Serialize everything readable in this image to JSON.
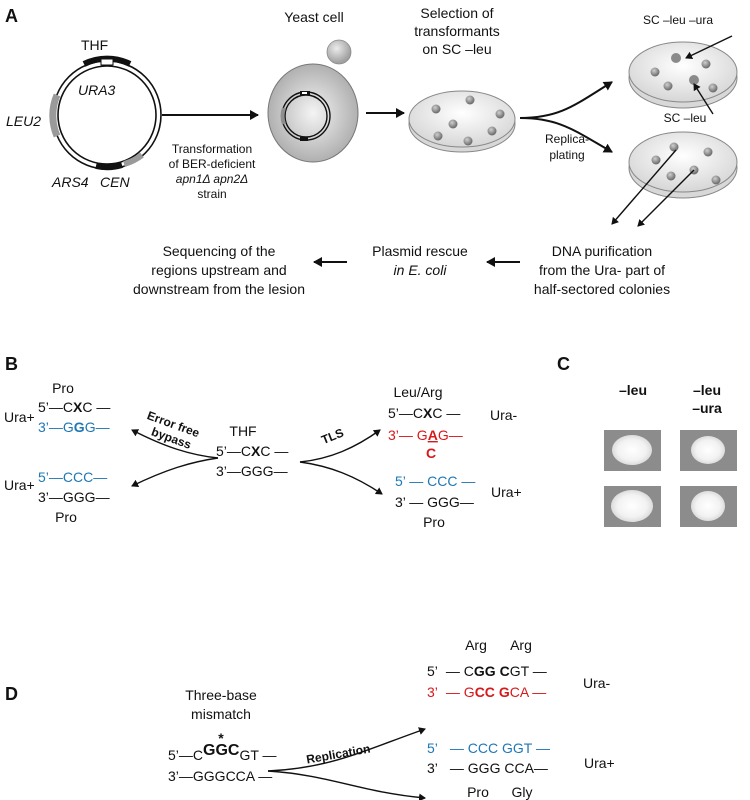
{
  "panels": {
    "a": "A",
    "b": "B",
    "c": "C",
    "d": "D"
  },
  "a": {
    "thf": "THF",
    "ura3": "URA3",
    "leu2": "LEU2",
    "ars4": "ARS4",
    "cen": "CEN",
    "yeast": "Yeast cell",
    "sel1": "Selection of",
    "sel2": "transformants",
    "sel3": "on SC –leu",
    "tr1": "Transformation",
    "tr2": "of BER-deficient",
    "tr3": "apn1Δ apn2Δ",
    "tr4": "strain",
    "rep1": "Replica-",
    "rep2": "plating",
    "plate_top": "SC –leu –ura",
    "plate_bot": "SC –leu",
    "dna1": "DNA purification",
    "dna2": "from the Ura- part of",
    "dna3": "half-sectored colonies",
    "res1": "Plasmid rescue",
    "res2": "in E. coli",
    "seq1": "Sequencing of the",
    "seq2": "regions upstream and",
    "seq3": "downstream from the lesion"
  },
  "b": {
    "pro_top": "Pro",
    "ura_plus": "Ura+",
    "s5_l": "5’—C",
    "x": "X",
    "s5_r": "C —",
    "s3_l": "3’—G",
    "g_bold": "G",
    "s3_r": "G—",
    "blue_ccc": "5’—CCC—",
    "s3_ggg": "3’—GGG—",
    "pro_bot": "Pro",
    "errfree1": "Error free",
    "errfree2": "bypass",
    "thf": "THF",
    "c_s5_l": "5’—C",
    "c_x": "X",
    "c_s5_r": "C —",
    "c_s3": "3’—GGG—",
    "tls": "TLS",
    "leuarg": "Leu/Arg",
    "r_s5_l": "5’—C",
    "r_x": "X",
    "r_s5_r": "C —",
    "ura_minus": "Ura-",
    "r_s3_l": "3’— G",
    "r_a": "A",
    "r_s3_r": "G—",
    "r_c": "C",
    "rb_s5": "5’ — CCC —",
    "rb_s3": "3’ — GGG—",
    "ura_plus_r": "Ura+",
    "pro_r": "Pro"
  },
  "c": {
    "col1": "–leu",
    "col2a": "–leu",
    "col2b": "–ura"
  },
  "d": {
    "mm1": "Three-base",
    "mm2": "mismatch",
    "star": "*",
    "t5_l": "5’—C",
    "ggc": "GGC",
    "t5_r": "GT —",
    "t3": "3’—GGGCCA —",
    "replication": "Replication",
    "arg1": "Arg",
    "arg2": "Arg",
    "r5_l": "5’",
    "r5_a": "— C",
    "r5_gg": "GG",
    "r5_sp": " ",
    "r5_c": "C",
    "r5_r": "GT —",
    "r3_l": "3’",
    "r3_a": "— G",
    "r3_cc": "CC",
    "r3_sp": " ",
    "r3_g": "G",
    "r3_r": "CA —",
    "ura_minus": "Ura-",
    "b5": "5’",
    "b5_seq": "— CCC GGT —",
    "b3": "3’",
    "b3_seq": "— GGG CCA—",
    "ura_plus": "Ura+",
    "pro": "Pro",
    "gly": "Gly"
  },
  "colors": {
    "blue": "#1f78b4",
    "red": "#d7191c"
  }
}
